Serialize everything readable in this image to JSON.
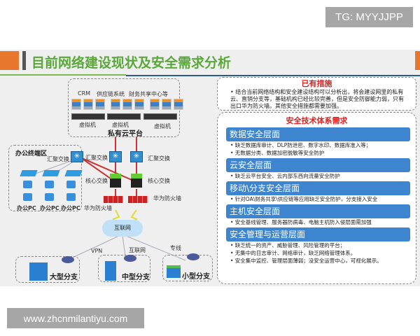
{
  "badge": "TG: MYYJJPP",
  "watermark": "www.zhcnmilantiyu.com",
  "title": "目前网络建设现状及安全需求分析",
  "diagram": {
    "apps": [
      "CRM",
      "供应链系统",
      "财务共享中心等"
    ],
    "vm": "虚拟机",
    "private_cloud": "私有云平台",
    "office_zone": "办公终端区",
    "agg_switch": "汇聚交换",
    "core_switch": "核心交换",
    "firewall": "华为防火墙",
    "office_pc": "办公PC",
    "internet": "互联网",
    "links": [
      "VPN",
      "互联网",
      "专线"
    ],
    "branches": [
      "大型分支",
      "中型分支",
      "小型分支"
    ]
  },
  "existing": {
    "title": "已有措施",
    "text": "• 结合当前网络结构和安全建设结构可以分析出，将会建设网里的私有云、直销分支等，基础机构已经比较完善，但是安全防御能力弱，只有出口华为防火墙。其他安全措施都需要加强。"
  },
  "requirements": {
    "title": "安全技术体系需求",
    "sections": [
      {
        "header": "数据安全层面",
        "items": [
          "缺乏数据库审计、DLP防泄密、数字水印、数据库准入等；",
          "无数据分类、数据加密脱敏等安全防护"
        ]
      },
      {
        "header": "云安全层面",
        "items": [
          "缺乏云平台安全、云内部东西向流量安全防护"
        ]
      },
      {
        "header": "移动\\分支安全层面",
        "items": [
          "针对OA\\财务共享\\供应链等应用缺乏安全防护，分支接入安全"
        ]
      },
      {
        "header": "主机安全层面",
        "items": [
          "安全基线管理、服务器防病毒、电脑主机防入侵层面需加强"
        ]
      },
      {
        "header": "安全管理与运营层面",
        "items": [
          "缺乏统一的资产、威胁管理、风险管理的平台；",
          "无集中的日志审计、网络审计，缺乏网络管理体系。",
          "安全集中监控、管理层面薄弱；没安全运营中心，可视化展示。"
        ]
      }
    ]
  }
}
